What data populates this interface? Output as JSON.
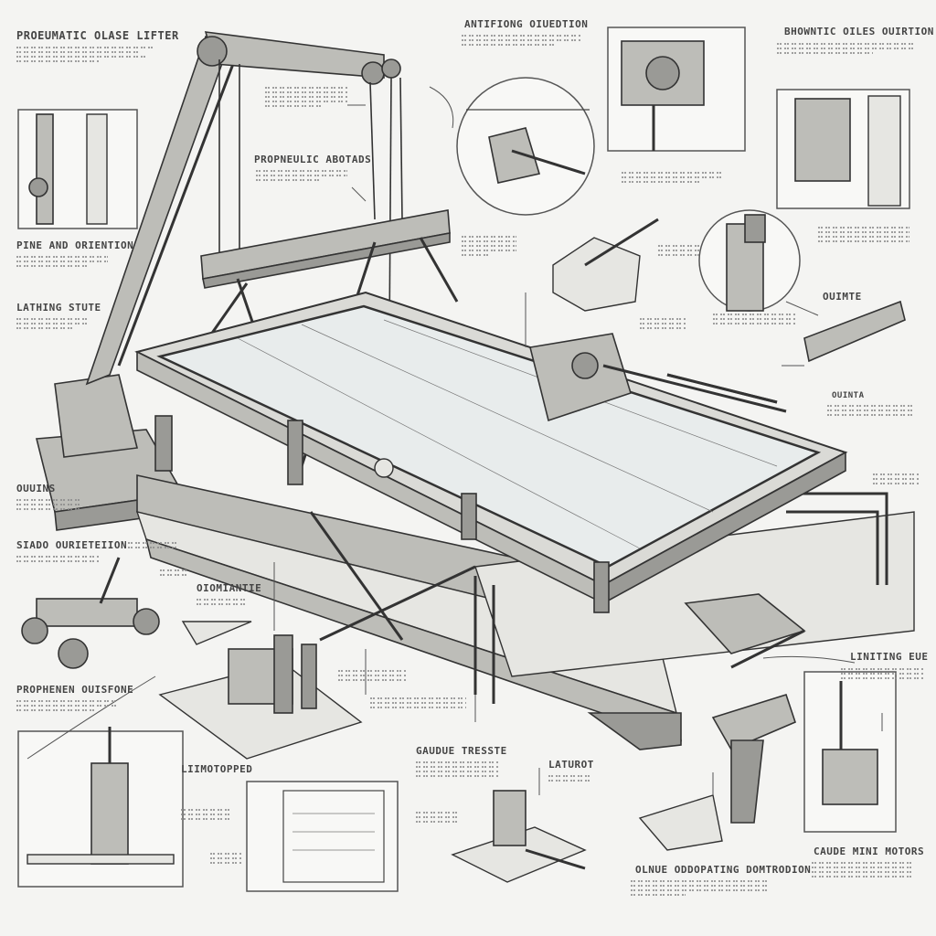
{
  "labels": {
    "title_top_left": "PROEUMATIC OLASE LIFTER",
    "top_center": "ANTIFIONG OIUEDTION",
    "top_right": "BHOWNTIC OILES OUIRTION",
    "center_mid_a": "PROPNEULIC ABOTADS",
    "left_mid": "PINE AND ORIENTION",
    "left_lower": "LATHING STUTE",
    "left_glass": "OUUINS",
    "left_base": "SIADO OURIETEIION",
    "center_base": "OIOMIANTIE",
    "bottom_left": "PROPHENEN OUISFONE",
    "bottom_left2": "LIIMOTOPPED",
    "bottom_center": "GAUDUE TRESSTE",
    "bottom_center_b": "LATUROT",
    "bottom_right_center": "OLNUE ODDOPATING DOMTRODION",
    "bottom_right": "CAUDE MINI MOTORS",
    "right_mid": "LINITING EUE",
    "right_rail": "OUINTA",
    "right_upper": "OUIMTE"
  },
  "colors": {
    "ink": "#333333",
    "paper": "#f4f4f2",
    "metal_dark": "#9a9a96",
    "metal_mid": "#bdbdb8",
    "metal_light": "#e6e6e2",
    "glass": "#eef3f5"
  }
}
